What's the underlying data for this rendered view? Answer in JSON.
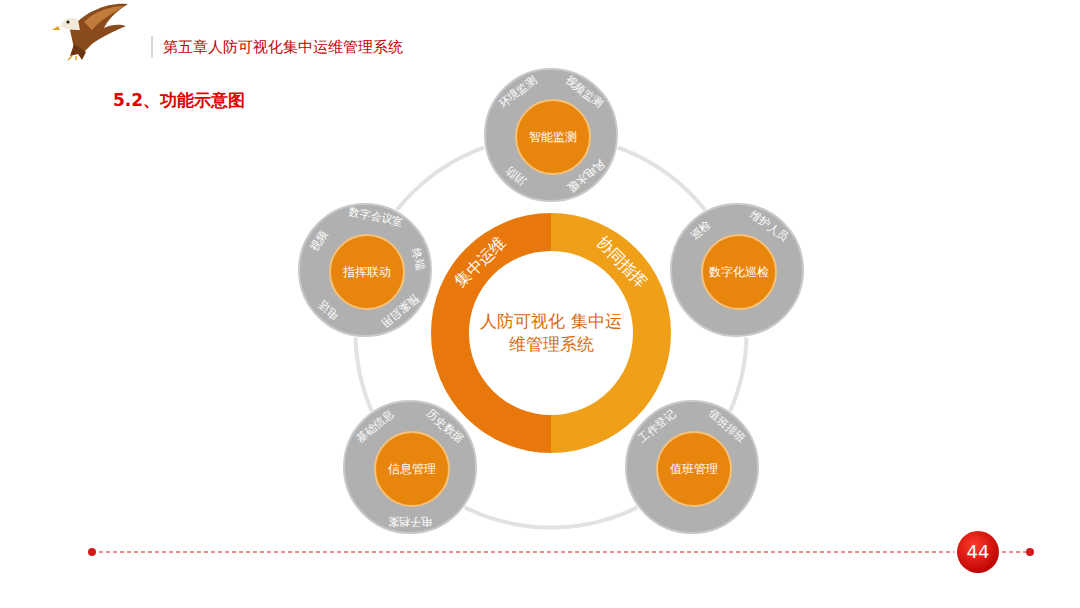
{
  "diagram": {
    "title": "5.2、功能示意图",
    "nodes": [
      {
        "text": [
          "集中运维",
          "协同指挥",
          "人防可视化 集中运维管理系统"
        ]
      },
      {
        "text": [
          "环境监测",
          "视频监测",
          "风电水暖",
          "消防"
        ]
      },
      {
        "text": [
          "智能监测"
        ],
        "in": 1
      },
      {
        "text": [
          "巡检",
          "维护人员"
        ]
      },
      {
        "text": [
          "数字化巡检"
        ],
        "in": 3
      },
      {
        "text": [
          "工作登记",
          "值班排班"
        ]
      },
      {
        "text": [
          "值班管理"
        ],
        "in": 5
      },
      {
        "text": [
          "基础信息",
          "历史数据",
          "电子档案"
        ]
      },
      {
        "text": [
          "信息管理"
        ],
        "in": 7
      },
      {
        "text": [
          "视频",
          "数字会议室",
          "终端",
          "预案启用",
          "电话"
        ]
      },
      {
        "text": [
          "指挥联动"
        ],
        "in": 9
      }
    ],
    "edges": [
      {
        "from": 1,
        "to": 3,
        "arrow": "none"
      },
      {
        "from": 3,
        "to": 5,
        "arrow": "none"
      },
      {
        "from": 5,
        "to": 7,
        "arrow": "none"
      },
      {
        "from": 7,
        "to": 9,
        "arrow": "none"
      },
      {
        "from": 9,
        "to": 1,
        "arrow": "none"
      }
    ],
    "labels": [
      "第五章人防可视化集中运维管理系统",
      "44"
    ]
  }
}
